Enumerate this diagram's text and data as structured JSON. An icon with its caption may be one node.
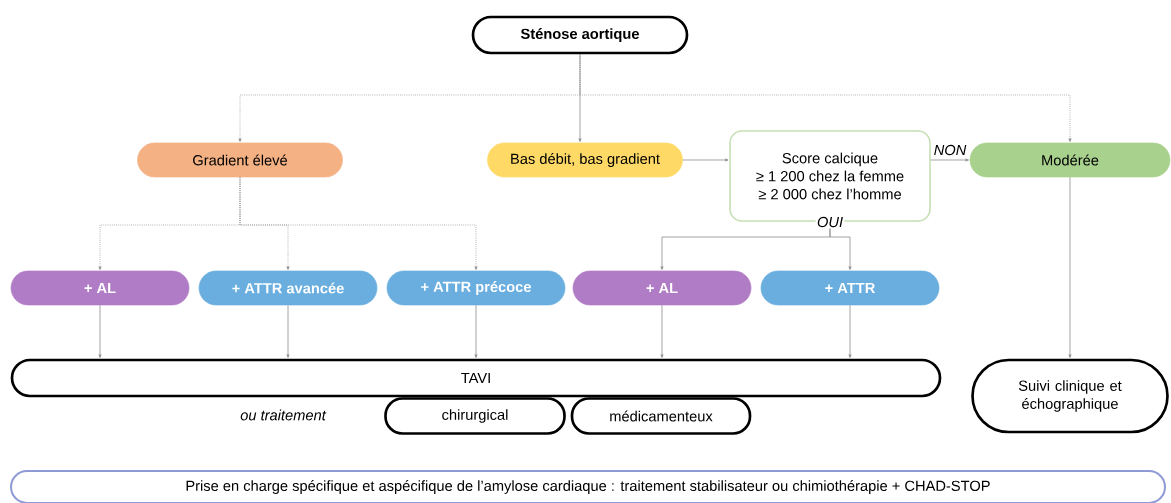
{
  "diagram": {
    "nodes": [
      {
        "text": [
          "Sténose aortique"
        ]
      },
      {
        "text": [
          "Gradient élevé"
        ]
      },
      {
        "text": [
          "Bas débit, bas gradient"
        ]
      },
      {
        "text": [
          "Score calcique",
          "≥ 1 200 chez la femme",
          "≥ 2 000 chez l’homme"
        ]
      },
      {
        "text": [
          "Modérée"
        ]
      },
      {
        "text": [
          "+ AL"
        ]
      },
      {
        "text": [
          "+ ATTR avancée"
        ]
      },
      {
        "text": [
          "+ ATTR précoce"
        ]
      },
      {
        "text": [
          "+ AL"
        ]
      },
      {
        "text": [
          "+ ATTR"
        ]
      },
      {
        "text": [
          "TAVI"
        ]
      },
      {
        "text": [
          "chirurgical"
        ]
      },
      {
        "text": [
          "médicamenteux"
        ]
      },
      {
        "text": [
          "Suivi clinique et échographique"
        ]
      },
      {
        "text": [
          "Prise en charge spécifique et aspécifique de l’amylose cardiaque : traitement stabilisateur ou chimiothérapie + CHAD-STOP"
        ]
      }
    ],
    "edges": [
      {
        "from": 0,
        "to": 1,
        "arrow": "to",
        "style": "dashed"
      },
      {
        "from": 0,
        "to": 2,
        "arrow": "to"
      },
      {
        "from": 0,
        "to": 4,
        "arrow": "to",
        "style": "dashed"
      },
      {
        "from": 2,
        "to": 3,
        "arrow": "to"
      },
      {
        "from": 3,
        "to": 4,
        "arrow": "to",
        "label": "NON"
      },
      {
        "from": 1,
        "to": 5,
        "arrow": "to",
        "style": "dashed"
      },
      {
        "from": 1,
        "to": 6,
        "arrow": "to",
        "style": "dashed"
      },
      {
        "from": 1,
        "to": 7,
        "arrow": "to",
        "style": "dashed"
      },
      {
        "from": 3,
        "to": 8,
        "arrow": "to",
        "label": "OUI"
      },
      {
        "from": 3,
        "to": 9,
        "arrow": "to"
      },
      {
        "from": 5,
        "to": 10,
        "arrow": "to"
      },
      {
        "from": 6,
        "to": 10,
        "arrow": "to"
      },
      {
        "from": 7,
        "to": 10,
        "arrow": "to"
      },
      {
        "from": 8,
        "to": 10,
        "arrow": "to"
      },
      {
        "from": 9,
        "to": 10,
        "arrow": "to"
      },
      {
        "from": 4,
        "to": 13,
        "arrow": "to"
      }
    ],
    "labels": [
      "ou traitement"
    ]
  }
}
